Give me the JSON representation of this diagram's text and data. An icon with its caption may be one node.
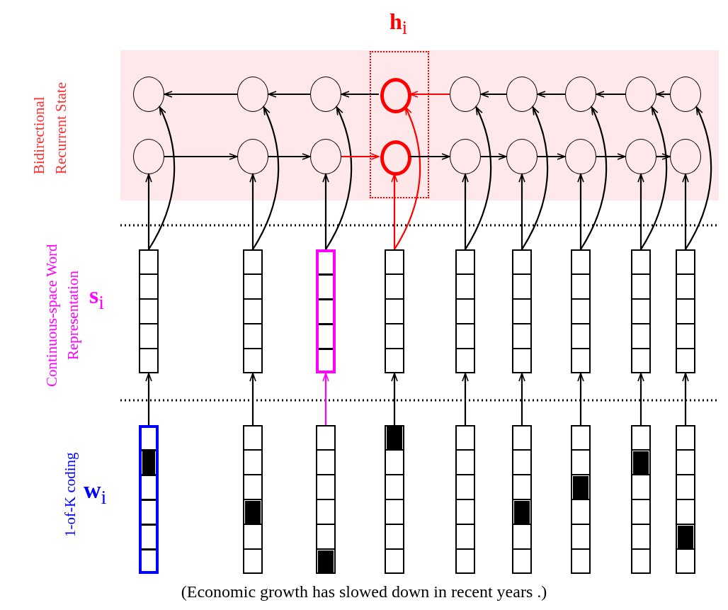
{
  "diagram": {
    "nodes": [
      {
        "text": [
          "Bidirectional Recurrent State"
        ]
      },
      {
        "text": [
          "**h**$_{i}$"
        ],
        "in": 0
      },
      {
        "text": [],
        "shape": "circle",
        "in": 0
      },
      {
        "text": [],
        "shape": "circle",
        "in": 0
      },
      {
        "text": [],
        "shape": "circle",
        "in": 0
      },
      {
        "text": [],
        "shape": "circle",
        "in": 1
      },
      {
        "text": [],
        "shape": "circle",
        "in": 0
      },
      {
        "text": [],
        "shape": "circle",
        "in": 0
      },
      {
        "text": [],
        "shape": "circle",
        "in": 0
      },
      {
        "text": [],
        "shape": "circle",
        "in": 0
      },
      {
        "text": [],
        "shape": "circle",
        "in": 0
      },
      {
        "text": [],
        "shape": "circle",
        "in": 0
      },
      {
        "text": [],
        "shape": "circle",
        "in": 0
      },
      {
        "text": [],
        "shape": "circle",
        "in": 0
      },
      {
        "text": [],
        "shape": "circle",
        "in": 1
      },
      {
        "text": [],
        "shape": "circle",
        "in": 0
      },
      {
        "text": [],
        "shape": "circle",
        "in": 0
      },
      {
        "text": [],
        "shape": "circle",
        "in": 0
      },
      {
        "text": [],
        "shape": "circle",
        "in": 0
      },
      {
        "text": [],
        "shape": "circle",
        "in": 0
      },
      {
        "text": [],
        "shape": "bar"
      },
      {
        "text": [],
        "shape": "bar"
      },
      {
        "text": [],
        "shape": "bar"
      },
      {
        "text": [],
        "shape": "bar"
      },
      {
        "text": [],
        "shape": "bar"
      },
      {
        "text": [],
        "shape": "bar"
      },
      {
        "text": [],
        "shape": "bar"
      },
      {
        "text": [],
        "shape": "bar"
      },
      {
        "text": [],
        "shape": "bar"
      },
      {
        "text": [],
        "shape": "bar"
      },
      {
        "text": [],
        "shape": "bar"
      },
      {
        "text": [],
        "shape": "bar"
      },
      {
        "text": [],
        "shape": "bar"
      },
      {
        "text": [],
        "shape": "bar"
      },
      {
        "text": [],
        "shape": "bar"
      },
      {
        "text": [],
        "shape": "bar"
      },
      {
        "text": [],
        "shape": "bar"
      },
      {
        "text": [],
        "shape": "bar"
      }
    ],
    "edges": [
      {
        "from": 29,
        "to": 20,
        "arrow": "to"
      },
      {
        "from": 30,
        "to": 21,
        "arrow": "to"
      },
      {
        "from": 31,
        "to": 22,
        "arrow": "to",
        "color": "#ff00ff"
      },
      {
        "from": 32,
        "to": 23,
        "arrow": "to"
      },
      {
        "from": 33,
        "to": 24,
        "arrow": "to"
      },
      {
        "from": 34,
        "to": 25,
        "arrow": "to"
      },
      {
        "from": 35,
        "to": 26,
        "arrow": "to"
      },
      {
        "from": 36,
        "to": 27,
        "arrow": "to"
      },
      {
        "from": 37,
        "to": 28,
        "arrow": "to"
      },
      {
        "from": 20,
        "to": 11,
        "arrow": "to"
      },
      {
        "from": 21,
        "to": 12,
        "arrow": "to"
      },
      {
        "from": 22,
        "to": 13,
        "arrow": "to"
      },
      {
        "from": 23,
        "to": 14,
        "arrow": "to",
        "color": "#ff0000"
      },
      {
        "from": 24,
        "to": 15,
        "arrow": "to"
      },
      {
        "from": 25,
        "to": 16,
        "arrow": "to"
      },
      {
        "from": 26,
        "to": 17,
        "arrow": "to"
      },
      {
        "from": 27,
        "to": 18,
        "arrow": "to"
      },
      {
        "from": 28,
        "to": 19,
        "arrow": "to"
      },
      {
        "from": 20,
        "to": 2,
        "arrow": "to"
      },
      {
        "from": 21,
        "to": 3,
        "arrow": "to"
      },
      {
        "from": 22,
        "to": 4,
        "arrow": "to"
      },
      {
        "from": 23,
        "to": 5,
        "arrow": "to",
        "color": "#ff0000"
      },
      {
        "from": 24,
        "to": 6,
        "arrow": "to"
      },
      {
        "from": 25,
        "to": 7,
        "arrow": "to"
      },
      {
        "from": 26,
        "to": 8,
        "arrow": "to"
      },
      {
        "from": 27,
        "to": 9,
        "arrow": "to"
      },
      {
        "from": 28,
        "to": 10,
        "arrow": "to"
      },
      {
        "from": 11,
        "to": 12,
        "arrow": "to"
      },
      {
        "from": 12,
        "to": 13,
        "arrow": "to"
      },
      {
        "from": 13,
        "to": 14,
        "arrow": "to",
        "color": "#ff0000"
      },
      {
        "from": 14,
        "to": 15,
        "arrow": "to"
      },
      {
        "from": 15,
        "to": 16,
        "arrow": "to"
      },
      {
        "from": 16,
        "to": 17,
        "arrow": "to"
      },
      {
        "from": 17,
        "to": 18,
        "arrow": "to"
      },
      {
        "from": 18,
        "to": 19,
        "arrow": "to"
      },
      {
        "from": 10,
        "to": 9,
        "arrow": "to"
      },
      {
        "from": 9,
        "to": 8,
        "arrow": "to"
      },
      {
        "from": 8,
        "to": 7,
        "arrow": "to"
      },
      {
        "from": 7,
        "to": 6,
        "arrow": "to"
      },
      {
        "from": 6,
        "to": 5,
        "arrow": "to",
        "color": "#ff0000"
      },
      {
        "from": 5,
        "to": 4,
        "arrow": "to"
      },
      {
        "from": 4,
        "to": 3,
        "arrow": "to"
      },
      {
        "from": 3,
        "to": 2,
        "arrow": "to"
      }
    ],
    "labels": [
      "Continuous-space Word Representation",
      "**s**$_{i}$",
      "1-of-K coding",
      "**w**$_{i}$",
      "(Economic growth has slowed down in recent years .)"
    ]
  }
}
